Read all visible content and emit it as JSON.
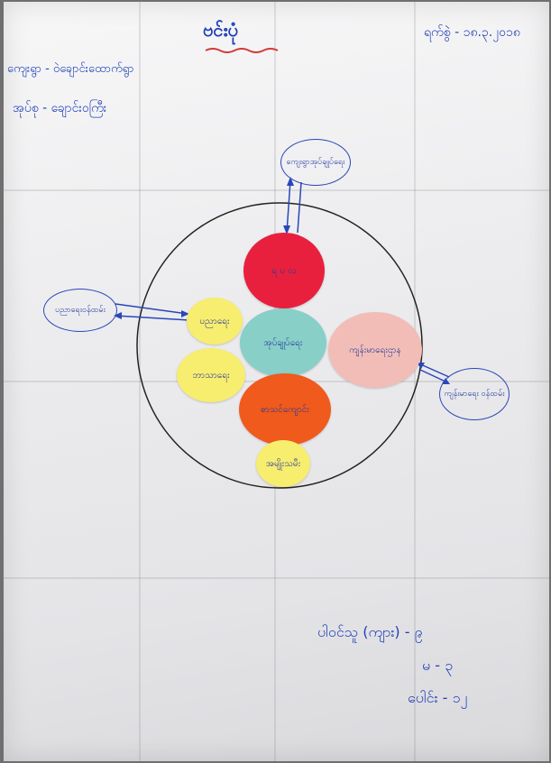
{
  "poster": {
    "title": "ဗင်းပုံ",
    "date": "ရက်စွဲ - ၁၈.၃.၂၀၁၈",
    "line1": "ကျေးရွာ - ဝဲချောင်းထောက်ရွာ",
    "line2": "အုပ်စု - ချောင်းဝကြီး",
    "tally": [
      "ပါဝင်သူ (ကျား) - ၉",
      "မ - ၃",
      "ပေါင်း - ၁၂"
    ]
  },
  "discs": [
    {
      "id": "red",
      "label": "ရ ပ လ",
      "color": "#e8203e"
    },
    {
      "id": "teal",
      "label": "အုပ်ချုပ်ရေး",
      "color": "#88cfc7"
    },
    {
      "id": "pink",
      "label": "ကျန်းမာရေးဌာန",
      "color": "#f2bdb7"
    },
    {
      "id": "orange",
      "label": "စာသင်ကျောင်း",
      "color": "#f05a1c"
    },
    {
      "id": "yellow-top",
      "label": "ပညာရေး",
      "color": "#f7ed6f"
    },
    {
      "id": "yellow-left",
      "label": "ဘာသာရေး",
      "color": "#f7ed6f"
    },
    {
      "id": "yellow-bottom",
      "label": "အမျိုးသမီး",
      "color": "#f7ed6f"
    }
  ],
  "bubbles": [
    {
      "id": "top",
      "label": "ကျေးရွာအုပ်ချုပ်ရေး"
    },
    {
      "id": "left",
      "label": "ပညာရေးဝန်ထမ်း"
    },
    {
      "id": "right",
      "label": "ကျန်းမာရေး ဝန်ထမ်း"
    }
  ],
  "colors": {
    "ink": "#1f3fb6",
    "outline": "#222222"
  }
}
